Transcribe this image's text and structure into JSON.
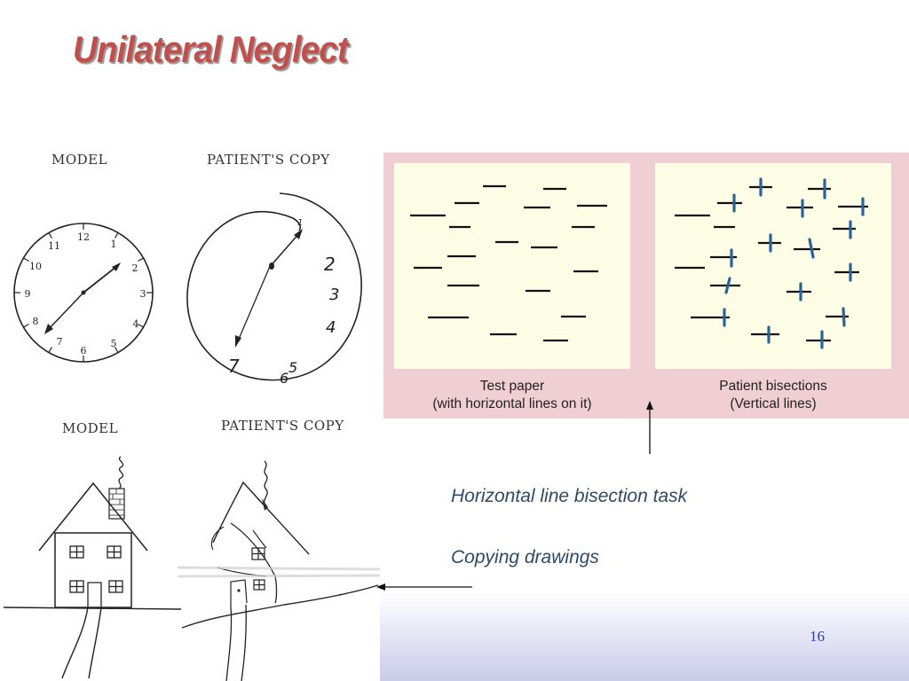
{
  "slide": {
    "title": "Unilateral Neglect",
    "page_number": "16"
  },
  "figures": {
    "clock_model_label": "MODEL",
    "clock_copy_label": "PATIENT'S COPY",
    "house_model_label": "MODEL",
    "house_copy_label": "PATIENT'S COPY",
    "clock_model_numbers": [
      "12",
      "1",
      "2",
      "3",
      "4",
      "5",
      "6",
      "7",
      "8",
      "9",
      "10",
      "11"
    ],
    "clock_copy_numbers": [
      "1",
      "2",
      "3",
      "4",
      "5",
      "6",
      "7"
    ]
  },
  "bisection_panel": {
    "left_caption_line1": "Test paper",
    "left_caption_line2": "(with horizontal lines on it)",
    "right_caption_line1": "Patient bisections",
    "right_caption_line2": "(Vertical lines)"
  },
  "tasks": {
    "task1": "Horizontal line bisection task",
    "task2": "Copying drawings"
  },
  "colors": {
    "title": "#c0504d",
    "panel_border": "#efcfd3",
    "panel_bg": "#fdfde6",
    "bisection_mark": "#2a6496",
    "task_text": "#2e4a66"
  }
}
